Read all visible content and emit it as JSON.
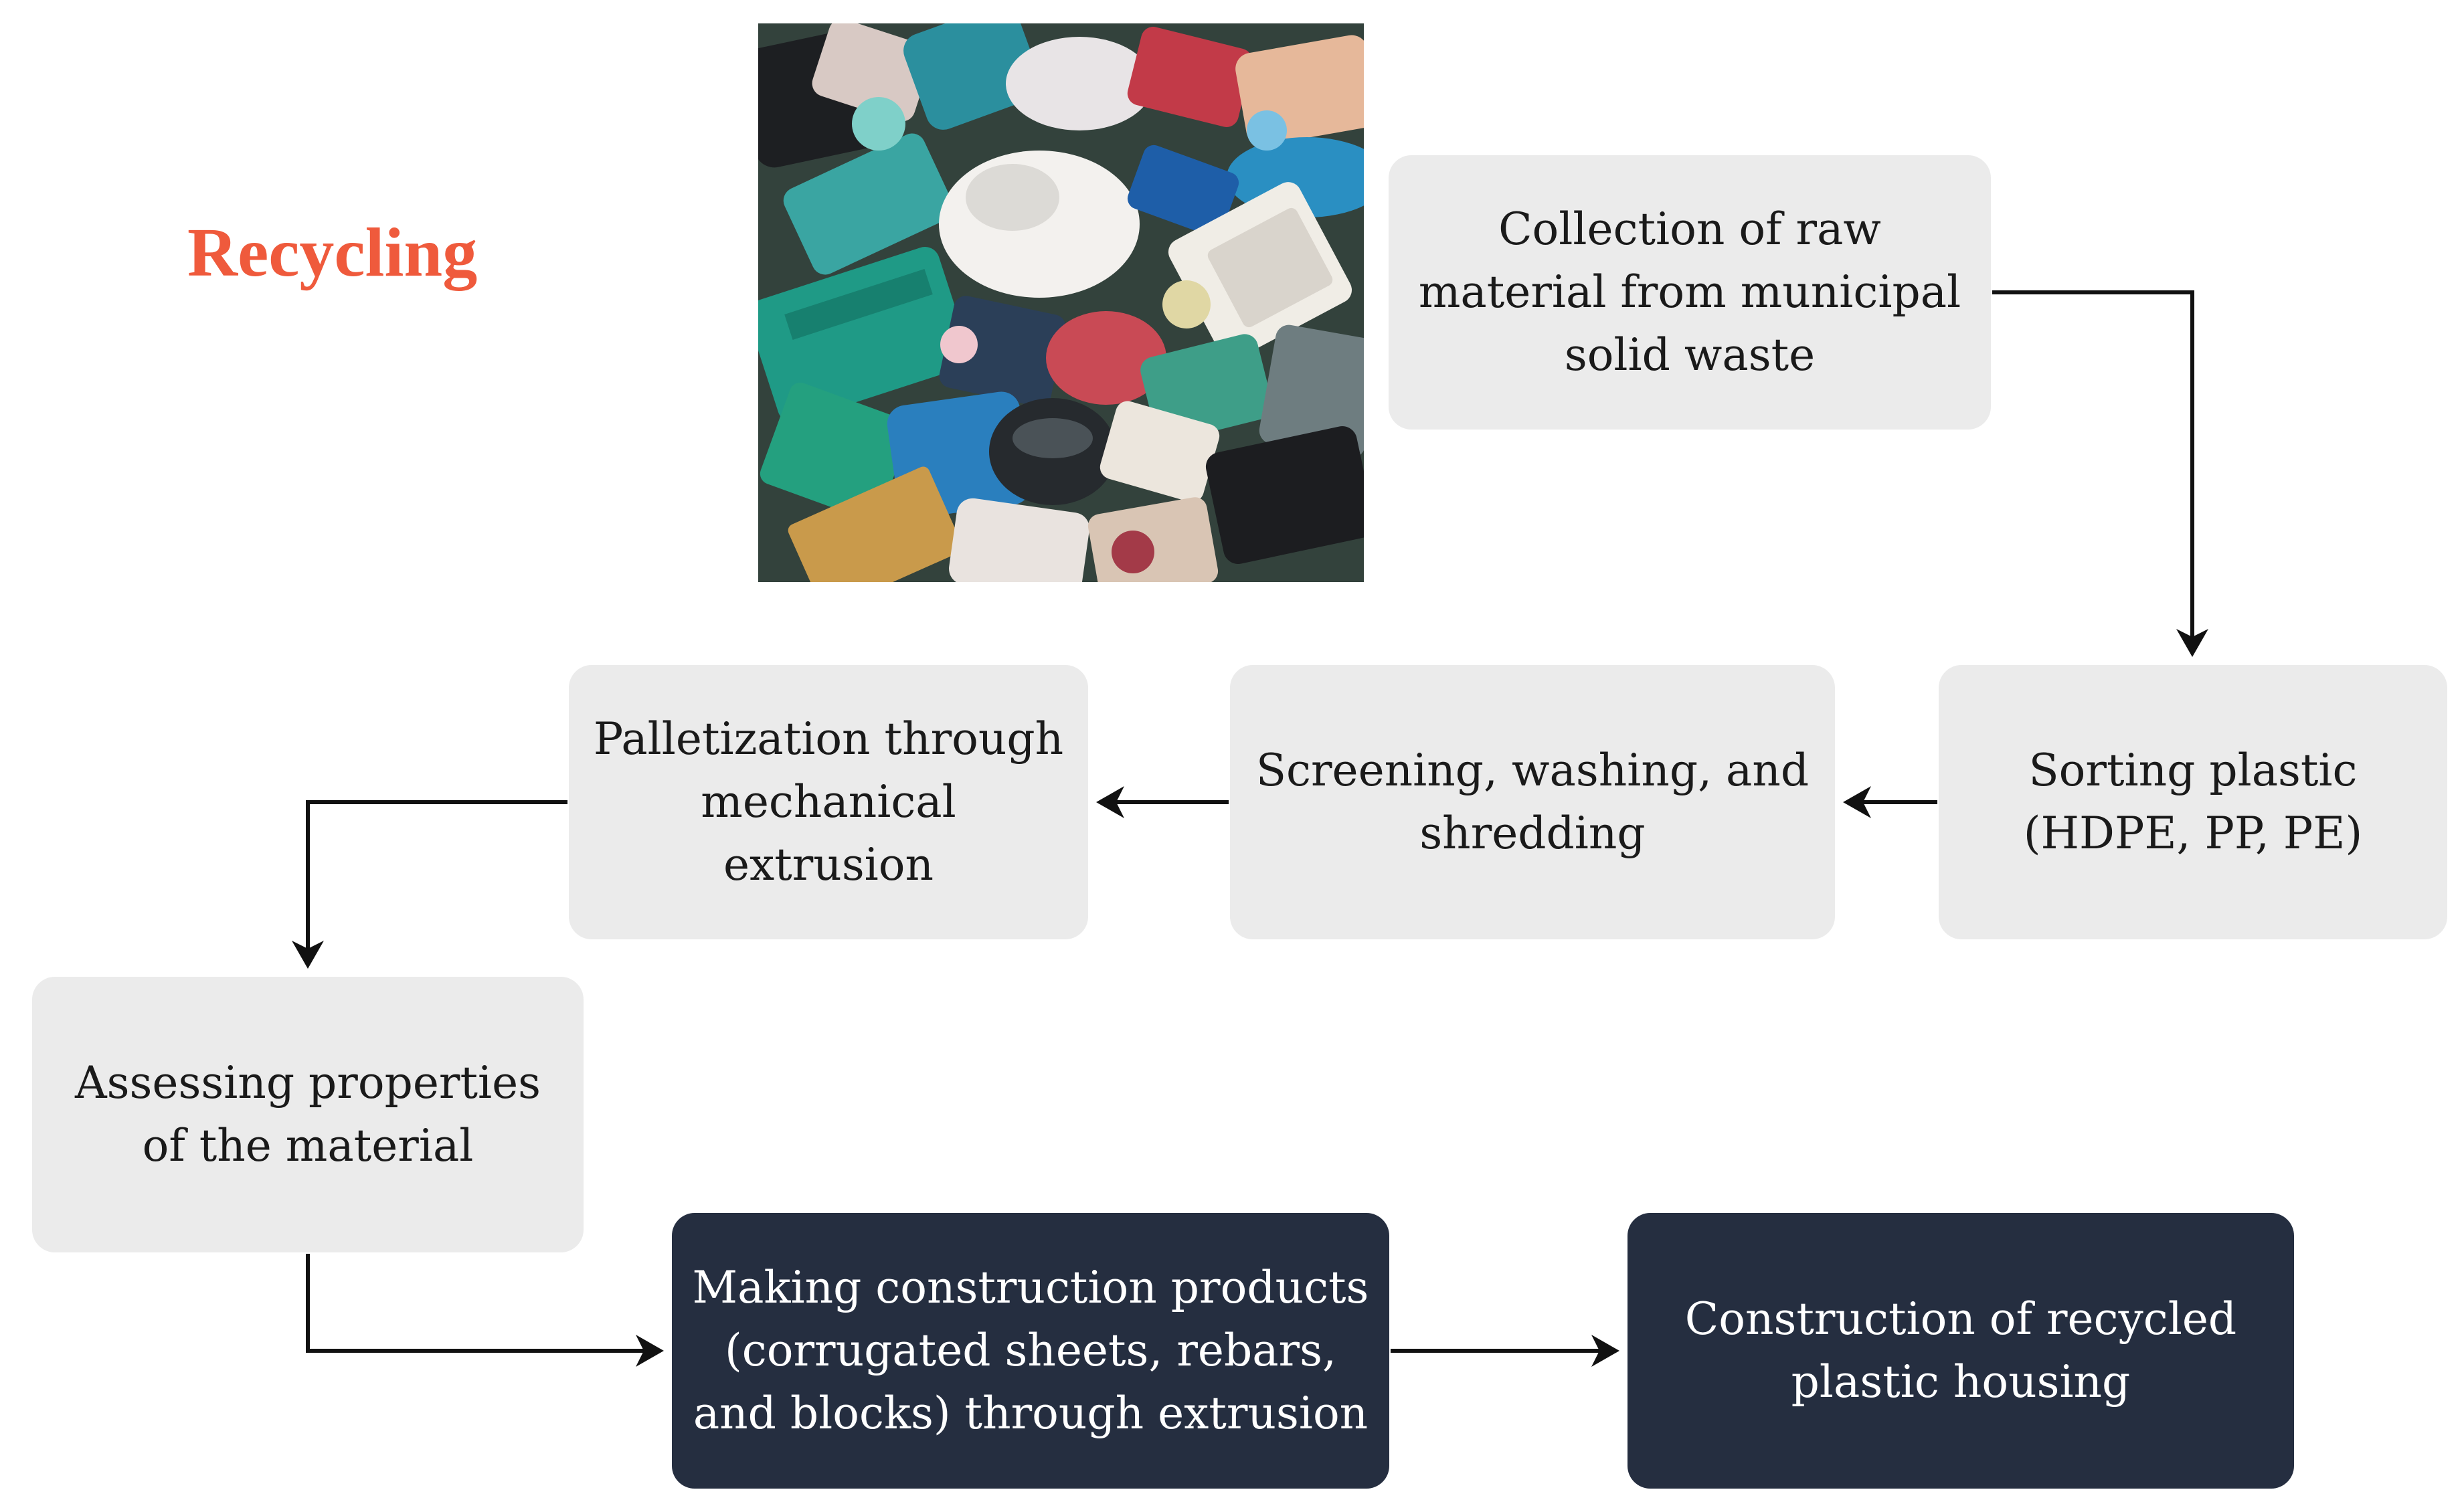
{
  "title": "Recycling",
  "steps": {
    "collection": "Collection of raw material from municipal solid waste",
    "sorting": "Sorting plastic (HDPE, PP, PE)",
    "screening": "Screening, washing, and shredding",
    "palletization": "Palletization through mechanical extrusion",
    "assessing": "Assessing properties of the material",
    "making": "Making construction products (corrugated sheets, rebars, and blocks) through extrusion",
    "construction": "Construction of recycled plastic housing"
  },
  "colors": {
    "title": "#ef5a3c",
    "light_box": "#ebebeb",
    "dark_box": "#252e40",
    "arrow": "#111111"
  },
  "icons": {
    "photo": "plastic-waste-photo"
  }
}
